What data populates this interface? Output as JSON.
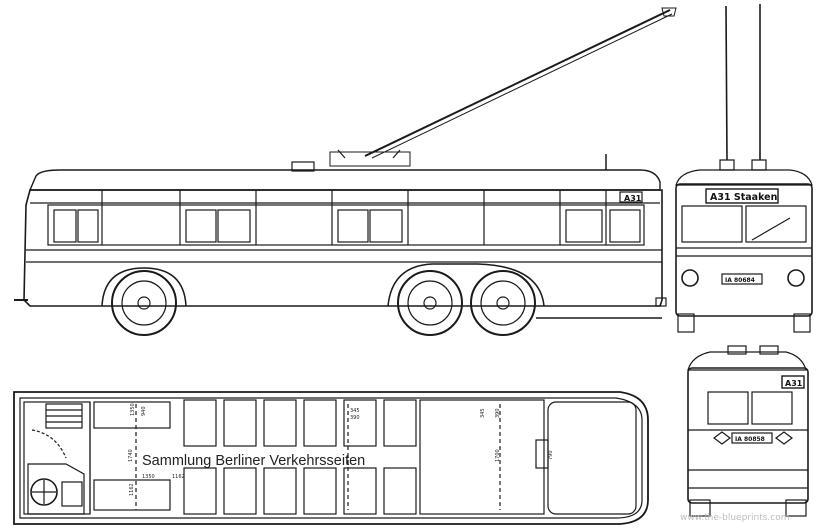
{
  "side_view": {
    "route_sign": "A31"
  },
  "front_view": {
    "destination_sign": "A31 Staaken",
    "plate": "IA 80684"
  },
  "rear_view": {
    "route_sign": "A31",
    "plate": "IA 80858"
  },
  "plan_view": {
    "dimensions": [
      "1350",
      "940",
      "1162",
      "1740",
      "345",
      "390",
      "345",
      "390",
      "1700",
      "1350",
      "1162",
      "790"
    ]
  },
  "watermark": "Sammlung Berliner Verkehrsseiten",
  "credit": "www.the-blueprints.com"
}
